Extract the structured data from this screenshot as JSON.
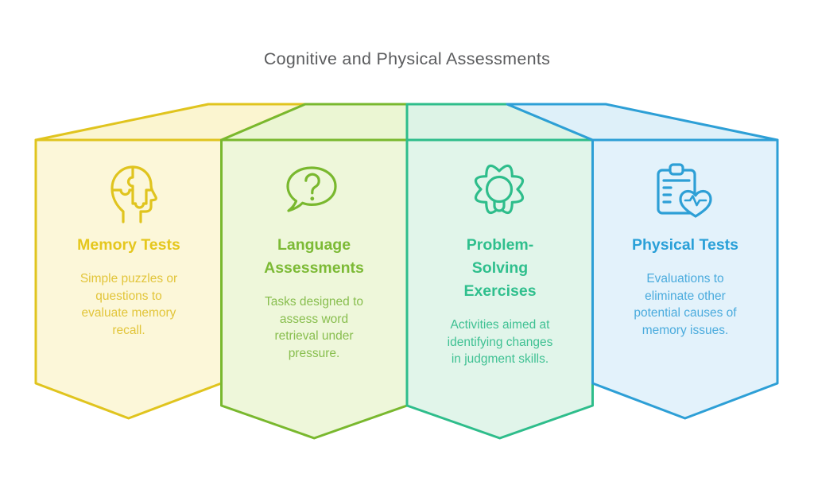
{
  "page": {
    "title": "Cognitive and Physical Assessments",
    "title_color": "#5b5c5e",
    "background": "#ffffff"
  },
  "cards": [
    {
      "id": "memory-tests",
      "title": "Memory Tests",
      "description": "Simple puzzles or\nquestions to\nevaluate memory\nrecall.",
      "icon": "head-puzzle-icon",
      "colors": {
        "stroke": "#e0c41e",
        "fill": "#fcf7d9",
        "roof_fill": "#fbf5d0",
        "title": "#e5c71e",
        "body": "#e2c53a"
      }
    },
    {
      "id": "language-assessments",
      "title": "Language\nAssessments",
      "description": "Tasks designed to\nassess word\nretrieval under\npressure.",
      "icon": "speech-bubble-question-icon",
      "colors": {
        "stroke": "#79b82e",
        "fill": "#eef7da",
        "roof_fill": "#ebf6d3",
        "title": "#7cba35",
        "body": "#88be4e"
      }
    },
    {
      "id": "problem-solving-exercises",
      "title": "Problem-\nSolving\nExercises",
      "description": "Activities aimed at\nidentifying changes\nin judgment skills.",
      "icon": "gear-lightbulb-icon",
      "colors": {
        "stroke": "#2ebd8b",
        "fill": "#e1f5ea",
        "roof_fill": "#ddf3e6",
        "title": "#2fbf8d",
        "body": "#3fc193"
      }
    },
    {
      "id": "physical-tests",
      "title": "Physical Tests",
      "description": "Evaluations to\neliminate other\npotential causes of\nmemory issues.",
      "icon": "clipboard-heart-icon",
      "colors": {
        "stroke": "#2d9fd6",
        "fill": "#e3f2fb",
        "roof_fill": "#def0f9",
        "title": "#2aa0d8",
        "body": "#4aabdd"
      }
    }
  ]
}
